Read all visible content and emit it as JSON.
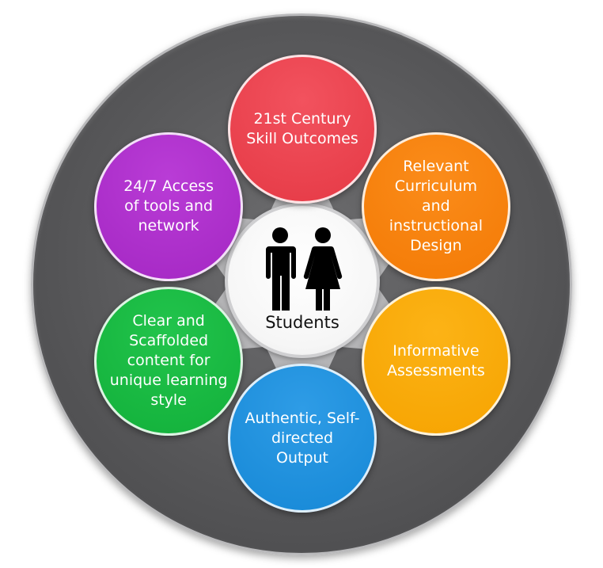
{
  "hub": {
    "label": "Students",
    "icon": "students-icon"
  },
  "nodes": [
    {
      "id": "skill-outcomes",
      "label": "21st Century\nSkill Outcomes",
      "color": "#f2525e",
      "color_dark": "#e53945"
    },
    {
      "id": "curriculum",
      "label": "Relevant\nCurriculum\nand\ninstructional\nDesign",
      "color": "#fb8c1a",
      "color_dark": "#f37a05"
    },
    {
      "id": "assessments",
      "label": "Informative\nAssessments",
      "color": "#fcb316",
      "color_dark": "#f6a300"
    },
    {
      "id": "output",
      "label": "Authentic, Self-\ndirected Output",
      "color": "#2e9ce6",
      "color_dark": "#1688d6"
    },
    {
      "id": "content",
      "label": "Clear and\nScaffolded\ncontent for\nunique learning\nstyle",
      "color": "#22c44c",
      "color_dark": "#12b03a"
    },
    {
      "id": "access",
      "label": "24/7 Access\nof tools and\nnetwork",
      "color": "#b93cd6",
      "color_dark": "#a427c3"
    }
  ],
  "colors": {
    "ring": "#555557",
    "spokes": "#b4b4b6"
  }
}
